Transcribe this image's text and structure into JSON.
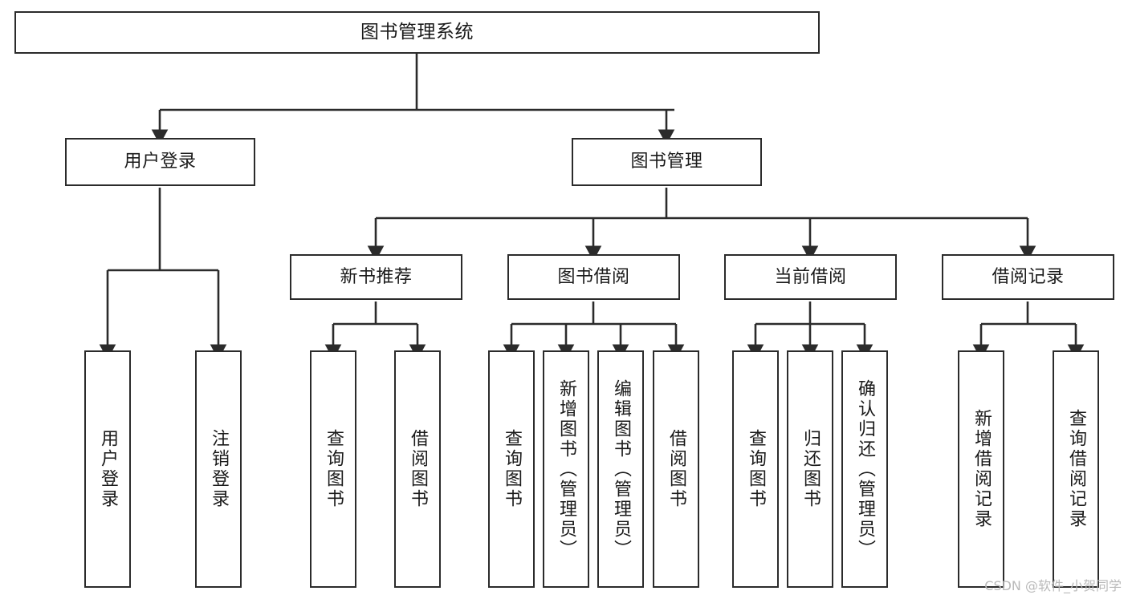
{
  "diagram": {
    "type": "tree-hierarchy",
    "title": "图书管理系统",
    "orientation": "top-down",
    "watermark": "CSDN @软件_小贺同学",
    "colors": {
      "background": "#ffffff",
      "box_border": "#2b2b2b",
      "box_fill": "#ffffff",
      "edge": "#2b2b2b",
      "text": "#1a1a1a",
      "watermark": "#b9b9b9"
    },
    "nodes": {
      "root": {
        "label": "图书管理系统",
        "level": 0,
        "text_direction": "horizontal"
      },
      "user_login": {
        "label": "用户登录",
        "level": 1,
        "text_direction": "horizontal"
      },
      "book_manage": {
        "label": "图书管理",
        "level": 1,
        "text_direction": "horizontal"
      },
      "new_book_rec": {
        "label": "新书推荐",
        "level": 2,
        "text_direction": "horizontal"
      },
      "book_borrow": {
        "label": "图书借阅",
        "level": 2,
        "text_direction": "horizontal"
      },
      "current_borrow": {
        "label": "当前借阅",
        "level": 2,
        "text_direction": "horizontal"
      },
      "borrow_record": {
        "label": "借阅记录",
        "level": 2,
        "text_direction": "horizontal"
      },
      "leaf_user_login": {
        "label": "用户登录",
        "level": 3,
        "text_direction": "vertical"
      },
      "leaf_logout": {
        "label": "注销登录",
        "level": 3,
        "text_direction": "vertical"
      },
      "leaf_query_book_a": {
        "label": "查询图书",
        "level": 3,
        "text_direction": "vertical"
      },
      "leaf_borrow_book_a": {
        "label": "借阅图书",
        "level": 3,
        "text_direction": "vertical"
      },
      "leaf_query_book_b": {
        "label": "查询图书",
        "level": 3,
        "text_direction": "vertical"
      },
      "leaf_add_book": {
        "label": "新增图书（管理员）",
        "level": 3,
        "text_direction": "vertical"
      },
      "leaf_edit_book": {
        "label": "编辑图书（管理员）",
        "level": 3,
        "text_direction": "vertical"
      },
      "leaf_borrow_book_b": {
        "label": "借阅图书",
        "level": 3,
        "text_direction": "vertical"
      },
      "leaf_query_book_c": {
        "label": "查询图书",
        "level": 3,
        "text_direction": "vertical"
      },
      "leaf_return_book": {
        "label": "归还图书",
        "level": 3,
        "text_direction": "vertical"
      },
      "leaf_confirm_return": {
        "label": "确认归还（管理员）",
        "level": 3,
        "text_direction": "vertical"
      },
      "leaf_add_record": {
        "label": "新增借阅记录",
        "level": 3,
        "text_direction": "vertical"
      },
      "leaf_query_record": {
        "label": "查询借阅记录",
        "level": 3,
        "text_direction": "vertical"
      }
    },
    "edges": [
      {
        "from": "root",
        "to": "user_login"
      },
      {
        "from": "root",
        "to": "book_manage"
      },
      {
        "from": "user_login",
        "to": "leaf_user_login"
      },
      {
        "from": "user_login",
        "to": "leaf_logout"
      },
      {
        "from": "book_manage",
        "to": "new_book_rec"
      },
      {
        "from": "book_manage",
        "to": "book_borrow"
      },
      {
        "from": "book_manage",
        "to": "current_borrow"
      },
      {
        "from": "book_manage",
        "to": "borrow_record"
      },
      {
        "from": "new_book_rec",
        "to": "leaf_query_book_a"
      },
      {
        "from": "new_book_rec",
        "to": "leaf_borrow_book_a"
      },
      {
        "from": "book_borrow",
        "to": "leaf_query_book_b"
      },
      {
        "from": "book_borrow",
        "to": "leaf_add_book"
      },
      {
        "from": "book_borrow",
        "to": "leaf_edit_book"
      },
      {
        "from": "book_borrow",
        "to": "leaf_borrow_book_b"
      },
      {
        "from": "current_borrow",
        "to": "leaf_query_book_c"
      },
      {
        "from": "current_borrow",
        "to": "leaf_return_book"
      },
      {
        "from": "current_borrow",
        "to": "leaf_confirm_return"
      },
      {
        "from": "borrow_record",
        "to": "leaf_add_record"
      },
      {
        "from": "borrow_record",
        "to": "leaf_query_record"
      }
    ]
  }
}
